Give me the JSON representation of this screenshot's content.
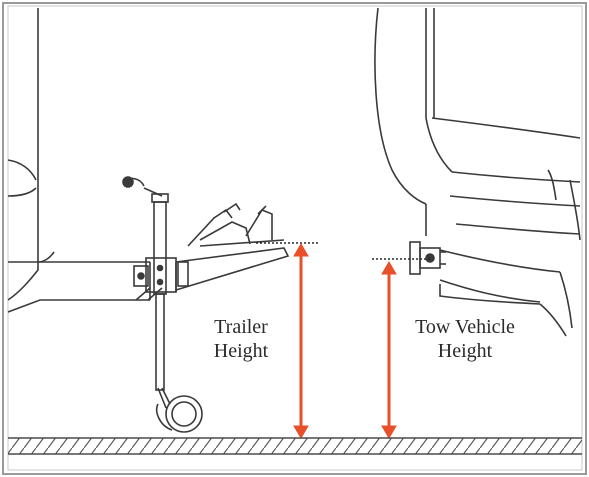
{
  "labels": {
    "trailer_line1": "Trailer",
    "trailer_line2": "Height",
    "tow_line1": "Tow Vehicle",
    "tow_line2": "Height"
  },
  "colors": {
    "arrow": "#e8502a",
    "outline": "#3a3a3a",
    "frame": "#9a9a9a"
  },
  "icons": {
    "measure_arrow": "double-headed-arrow",
    "ground": "hatched-ground"
  }
}
